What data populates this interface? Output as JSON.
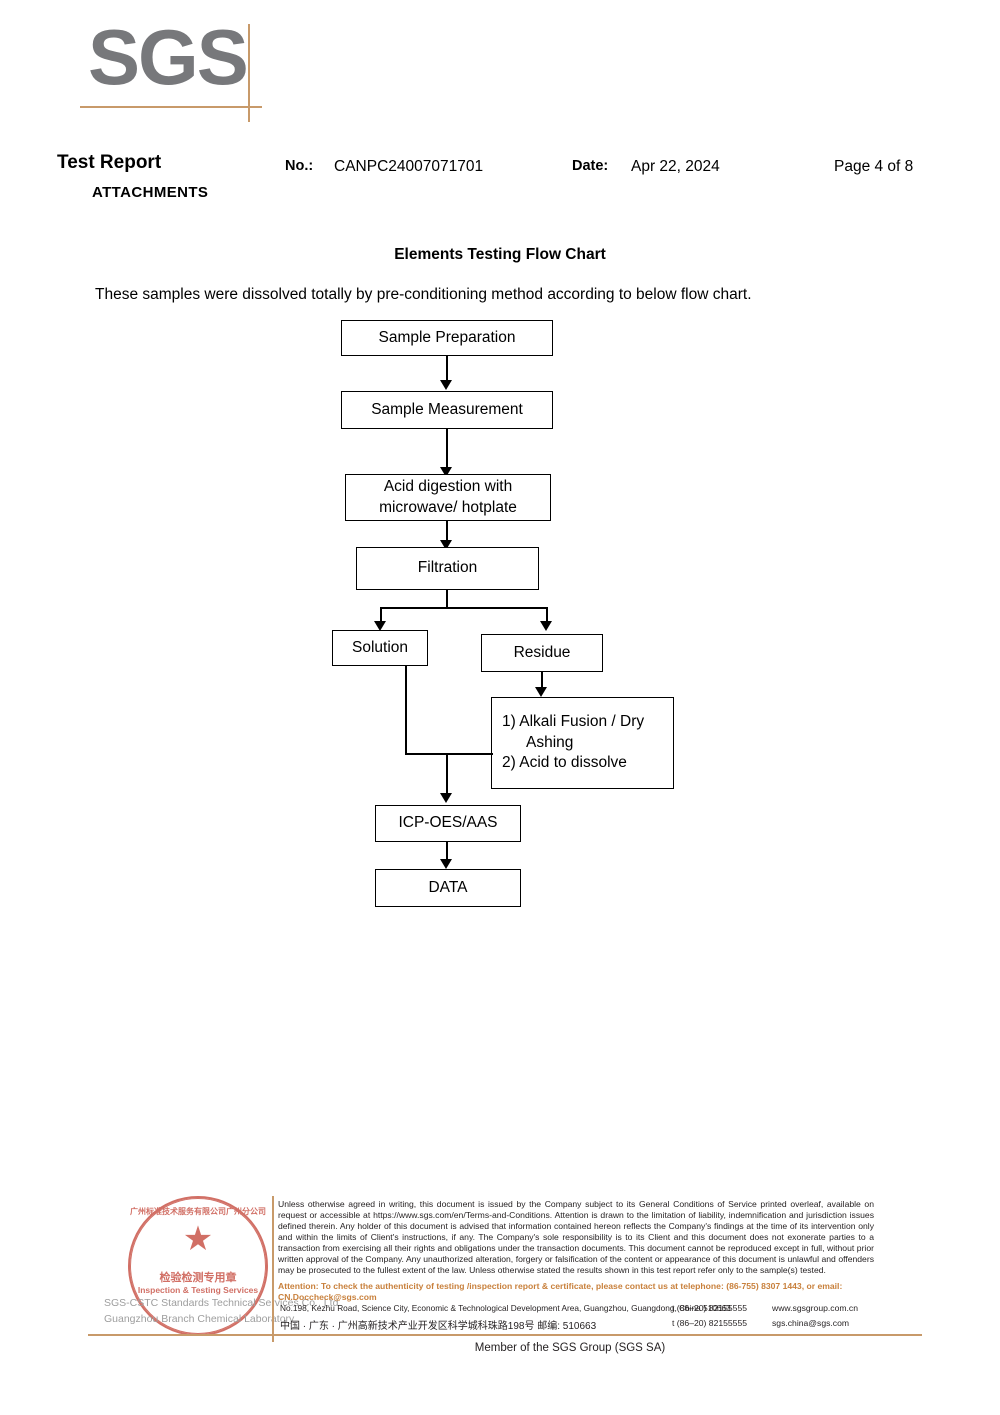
{
  "brand": {
    "logo_text": "SGS",
    "accent_color": "#c89a6a",
    "logo_color": "#77787b"
  },
  "header": {
    "title": "Test Report",
    "subtitle": "ATTACHMENTS",
    "no_label": "No.:",
    "no_value": "CANPC24007071701",
    "date_label": "Date:",
    "date_value": "Apr 22, 2024",
    "page_label": "Page 4 of 8"
  },
  "body": {
    "section_title": "Elements Testing Flow Chart",
    "intro": "These samples were dissolved totally by pre-conditioning method according to below flow chart."
  },
  "flowchart": {
    "type": "diagram",
    "nodes": [
      {
        "id": "sample-preparation",
        "label": "Sample Preparation"
      },
      {
        "id": "sample-measurement",
        "label": "Sample Measurement"
      },
      {
        "id": "acid-digestion",
        "label": "Acid digestion with\nmicrowave/ hotplate",
        "line1": "Acid digestion with",
        "line2": "microwave/ hotplate"
      },
      {
        "id": "filtration",
        "label": "Filtration"
      },
      {
        "id": "solution",
        "label": "Solution"
      },
      {
        "id": "residue",
        "label": "Residue"
      },
      {
        "id": "alkali-fusion",
        "line1": "1) Alkali Fusion / Dry",
        "line2": "Ashing",
        "line3": "2) Acid to dissolve"
      },
      {
        "id": "icp-oes-aas",
        "label": "ICP-OES/AAS"
      },
      {
        "id": "data",
        "label": "DATA"
      }
    ],
    "edges": [
      {
        "from": "sample-preparation",
        "to": "sample-measurement"
      },
      {
        "from": "sample-measurement",
        "to": "acid-digestion"
      },
      {
        "from": "acid-digestion",
        "to": "filtration"
      },
      {
        "from": "filtration",
        "to": "solution"
      },
      {
        "from": "filtration",
        "to": "residue"
      },
      {
        "from": "residue",
        "to": "alkali-fusion"
      },
      {
        "from": "solution",
        "to": "icp-oes-aas"
      },
      {
        "from": "alkali-fusion",
        "to": "icp-oes-aas"
      },
      {
        "from": "icp-oes-aas",
        "to": "data"
      }
    ]
  },
  "stamp": {
    "arc_top": "广州标准技术服务有限公司广州分公司",
    "arc_bottom": "SGS-CSTC Standards Technical Services Co., Ltd.",
    "star": "★",
    "cn_text": "检验检测专用章",
    "en_text": "Inspection & Testing Services",
    "color": "#c0392b"
  },
  "lab": {
    "line1": "SGS-CSTC Standards Technical Services Co., Ltd.",
    "line2": "Guangzhou Branch Chemical Laboratory"
  },
  "footer": {
    "disclaimer": "Unless otherwise agreed in writing, this document is issued by the Company subject to its General Conditions of Service printed overleaf, available on request or accessible at https://www.sgs.com/en/Terms-and-Conditions. Attention is drawn to the limitation of liability, indemnification and jurisdiction issues defined therein. Any holder of this document is advised that information contained hereon reflects the Company's findings at the time of its intervention only and within the limits of Client's instructions, if any. The Company's sole responsibility is to its Client and this document does not exonerate parties to a transaction from exercising all their rights and obligations under the transaction documents. This document cannot be reproduced except in full, without prior written approval of the Company. Any unauthorized alteration, forgery or falsification of the content or appearance of this document is unlawful and offenders may be prosecuted to the fullest extent of the law. Unless otherwise stated the results shown in this test report refer only to the sample(s) tested.",
    "attention": "Attention: To check the authenticity of testing /inspection report & certificate, please contact us at telephone: (86-755) 8307 1443, or email: CN.Doccheck@sgs.com",
    "attention_color": "#c8803c",
    "address_en": "No.198, Kezhu Road, Science City, Economic & Technological Development Area, Guangzhou, Guangdong, China 510663",
    "address_cn": "中国 · 广东 · 广州高新技术产业开发区科学城科珠路198号    邮编: 510663",
    "tel1": "t (86–20) 82155555",
    "tel2": "t (86–20) 82155555",
    "website": "www.sgsgroup.com.cn",
    "email": "sgs.china@sgs.com",
    "member": "Member of the SGS Group (SGS SA)"
  }
}
